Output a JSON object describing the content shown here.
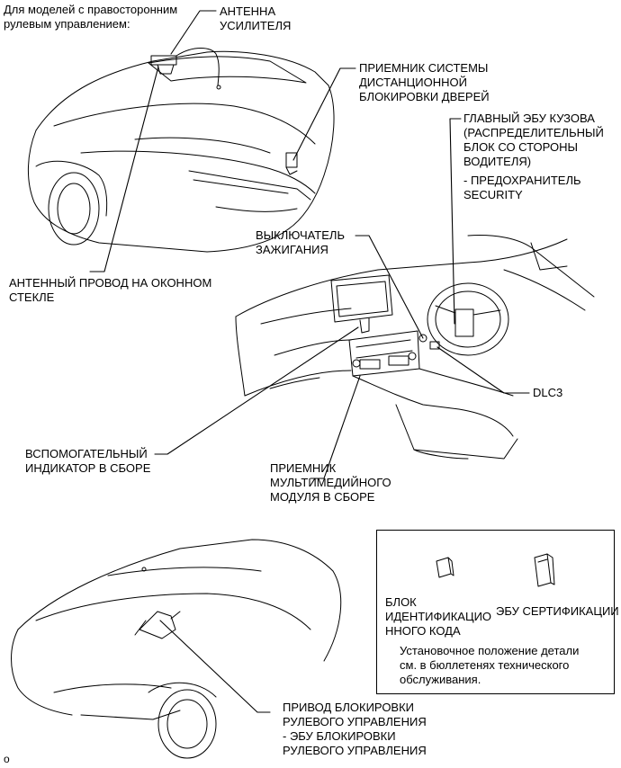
{
  "labels": {
    "rhd_models": "Для моделей с правосторонним\nрулевым управлением:",
    "amplifier_antenna": "АНТЕННА\nУСИЛИТЕЛЯ",
    "door_control_receiver": "ПРИЕМНИК СИСТЕМЫ\nДИСТАНЦИОННОЙ\nБЛОКИРОВКИ ДВЕРЕЙ",
    "main_body_ecu": "ГЛАВНЫЙ ЭБУ КУЗОВА\n(РАСПРЕДЕЛИТЕЛЬНЫЙ\nБЛОК СО СТОРОНЫ\nВОДИТЕЛЯ)",
    "security_fuse": "- ПРЕДОХРАНИТЕЛЬ\nSECURITY",
    "ignition_switch": "ВЫКЛЮЧАТЕЛЬ\nЗАЖИГАНИЯ",
    "window_antenna_wire": "АНТЕННЫЙ ПРОВОД НА ОКОННОМ\nСТЕКЛЕ",
    "dlc3": "DLC3",
    "aux_display": "ВСПОМОГАТЕЛЬНЫЙ\nИНДИКАТОР В СБОРЕ",
    "multimedia_receiver": "ПРИЕМНИК\nМУЛЬТИМЕДИЙНОГО\nМОДУЛЯ В СБОРЕ",
    "id_code_box": "БЛОК\nИДЕНТИФИКАЦИО\nННОГО КОДА",
    "certification_ecu": "ЭБУ СЕРТИФИКАЦИИ",
    "install_note": "Установочное положение детали\nсм. в бюллетенях технического\nобслуживания.",
    "steering_lock_actuator": "ПРИВОД БЛОКИРОВКИ\nРУЛЕВОГО УПРАВЛЕНИЯ\n- ЭБУ БЛОКИРОВКИ\nРУЛЕВОГО УПРАВЛЕНИЯ",
    "figure_code": "o"
  }
}
